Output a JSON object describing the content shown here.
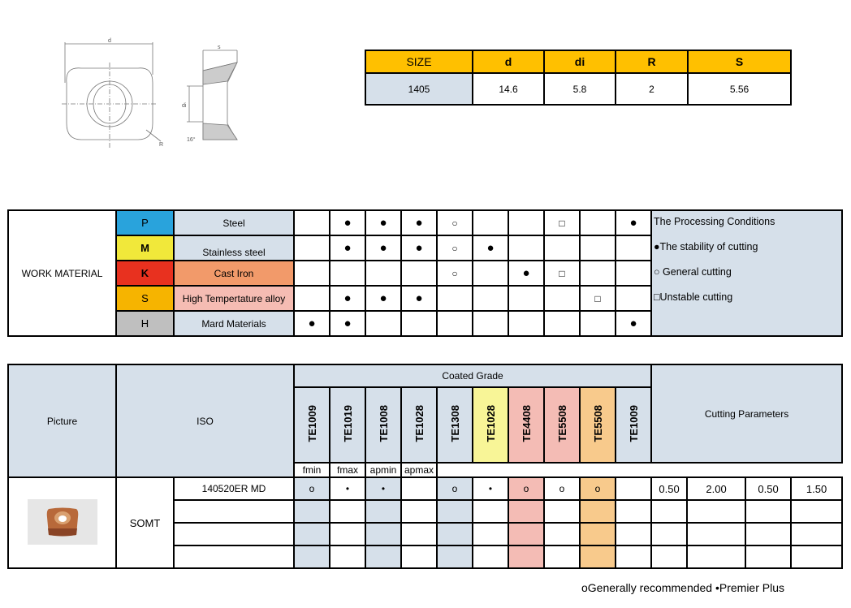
{
  "drawing": {
    "labels": {
      "d": "d",
      "s": "s",
      "di": "di",
      "r": "R",
      "angle": "16°"
    }
  },
  "size_table": {
    "headers": [
      "SIZE",
      "d",
      "di",
      "R",
      "S"
    ],
    "values": [
      "1405",
      "14.6",
      "5.8",
      "2",
      "5.56"
    ]
  },
  "work_material": {
    "label": "WORK MATERIAL",
    "rows": [
      {
        "code": "P",
        "name": "Steel",
        "code_color": "#29a3dc",
        "name_color": "#d6e0ea",
        "bold": false,
        "marks": [
          "",
          "●",
          "●",
          "●",
          "○",
          "",
          "",
          "□",
          "",
          "●"
        ]
      },
      {
        "code": "M",
        "name": "Stainless steel",
        "code_color": "#f1e83a",
        "name_color": "#d6e0ea",
        "bold": true,
        "marks": [
          "",
          "●",
          "●",
          "●",
          "○",
          "●",
          "",
          "",
          "",
          ""
        ]
      },
      {
        "code": "K",
        "name": "Cast Iron",
        "code_color": "#e8311f",
        "name_color": "#f29a6a",
        "bold": true,
        "marks": [
          "",
          "",
          "",
          "",
          "○",
          "",
          "●",
          "□",
          "",
          ""
        ]
      },
      {
        "code": "S",
        "name": "High Tempertature alloy",
        "code_color": "#f6b400",
        "name_color": "#f5bcb3",
        "bold": false,
        "marks": [
          "",
          "●",
          "●",
          "●",
          "",
          "",
          "",
          "",
          "□",
          ""
        ]
      },
      {
        "code": "H",
        "name": "Mard Materials",
        "code_color": "#bfbfbf",
        "name_color": "#d6e0ea",
        "bold": false,
        "marks": [
          "●",
          "●",
          "",
          "",
          "",
          "",
          "",
          "",
          "",
          "●"
        ]
      }
    ],
    "legend": [
      "The Processing Conditions",
      "●The stability of cutting",
      "○ General cutting",
      "□Unstable cutting"
    ]
  },
  "grade_table": {
    "picture_label": "Picture",
    "iso_label": "ISO",
    "coated_grade_label": "Coated Grade",
    "cutting_params_label": "Cutting Parameters",
    "grades": [
      {
        "name": "TE1009",
        "header_color": "#d6e0ea",
        "body_color": "#d6e0ea"
      },
      {
        "name": "TE1019",
        "header_color": "#d6e0ea",
        "body_color": "#ffffff"
      },
      {
        "name": "TE1008",
        "header_color": "#d6e0ea",
        "body_color": "#d6e0ea"
      },
      {
        "name": "TE1028",
        "header_color": "#d6e0ea",
        "body_color": "#ffffff"
      },
      {
        "name": "TE1308",
        "header_color": "#d6e0ea",
        "body_color": "#d6e0ea"
      },
      {
        "name": "TE1028",
        "header_color": "#f8f597",
        "body_color": "#ffffff"
      },
      {
        "name": "TE4408",
        "header_color": "#f4bcb5",
        "body_color": "#f4bcb5"
      },
      {
        "name": "TE5508",
        "header_color": "#f4bcb5",
        "body_color": "#ffffff"
      },
      {
        "name": "TE5508",
        "header_color": "#f8ca8c",
        "body_color": "#f8ca8c"
      },
      {
        "name": "TE1009",
        "header_color": "#d6e0ea",
        "body_color": "#ffffff"
      }
    ],
    "param_headers": [
      "fmin",
      "fmax",
      "apmin",
      "apmax"
    ],
    "family": "SOMT",
    "rows": [
      {
        "iso": "140520ER MD",
        "marks": [
          "o",
          "•",
          "•",
          "",
          "o",
          "•",
          "o",
          "o",
          "o",
          ""
        ],
        "params": [
          "0.50",
          "2.00",
          "0.50",
          "1.50"
        ]
      },
      {
        "iso": "",
        "marks": [
          "",
          "",
          "",
          "",
          "",
          "",
          "",
          "",
          "",
          ""
        ],
        "params": [
          "",
          "",
          "",
          ""
        ]
      },
      {
        "iso": "",
        "marks": [
          "",
          "",
          "",
          "",
          "",
          "",
          "",
          "",
          "",
          ""
        ],
        "params": [
          "",
          "",
          "",
          ""
        ]
      },
      {
        "iso": "",
        "marks": [
          "",
          "",
          "",
          "",
          "",
          "",
          "",
          "",
          "",
          ""
        ],
        "params": [
          "",
          "",
          "",
          ""
        ]
      }
    ]
  },
  "footer": "oGenerally recommended  •Premier Plus"
}
